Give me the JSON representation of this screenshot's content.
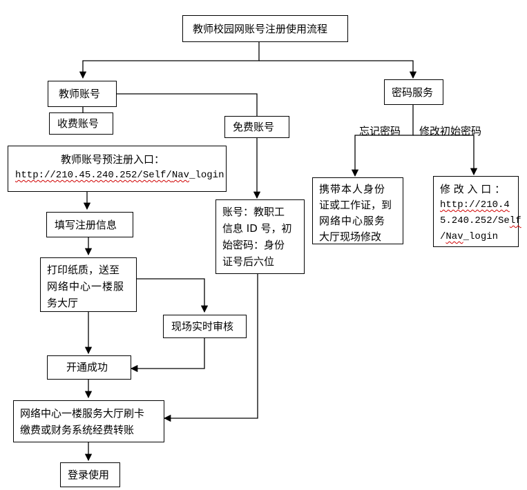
{
  "title": "教师校园网账号注册使用流程",
  "teacher_account": "教师账号",
  "paid_account": "收费账号",
  "free_account": "免费账号",
  "password_service": "密码服务",
  "prereg_label": "教师账号预注册入口：",
  "prereg_url_prefix": "http://210.45.240.252/Self/",
  "prereg_url_nav": "Nav",
  "prereg_url_suffix": "_login",
  "fill_info": "填写注册信息",
  "print_lines": [
    "打印纸质，送至",
    "网络中心一楼服",
    "务大厅"
  ],
  "onsite_review": "现场实时审核",
  "open_success": "开通成功",
  "payment_lines": [
    "网络中心一楼服务大厅刷卡",
    "缴费或财务系统经费转账"
  ],
  "login_use": "登录使用",
  "free_info_lines": [
    "账号：教职工",
    "信息 ID 号，初",
    "始密码：身份",
    "证号后六位"
  ],
  "forget_password": "忘记密码",
  "modify_initial_password": "修改初始密码",
  "carry_id_lines": [
    "携带本人身份",
    "证或工作证，到",
    "网络中心服务",
    "大厅现场修改"
  ],
  "modify_entry_label": "修 改 入 口 ：",
  "modify_url_line1": "http://210.4",
  "modify_url_line2_a": "5.240.252/Se",
  "modify_url_line2_b": "lf",
  "modify_url_line3_nav": "Nav",
  "modify_url_line3_rest": "_login"
}
